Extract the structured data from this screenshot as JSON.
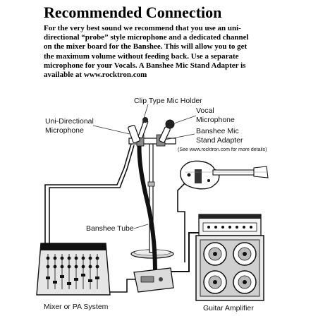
{
  "heading": "Recommended Connection",
  "intro_lines": [
    "For the very best sound we recommend that you use an uni-",
    "directional “probe” style microphone and a dedicated channel",
    "on the mixer board for the Banshee.  This will allow you to get",
    "the maximum volume without feeding back. Use a separate",
    "microphone for your Vocals.  A Banshee Mic Stand Adapter is",
    "available at www.rocktron.com"
  ],
  "labels": {
    "clip_holder": "Clip Type Mic Holder",
    "uni_mic_1": "Uni-Directional",
    "uni_mic_2": "Microphone",
    "vocal_1": "Vocal",
    "vocal_2": "Microphone",
    "adapter_1": "Banshee Mic",
    "adapter_2": "Stand Adapter",
    "adapter_note": "(See www.rocktron.com for more details)",
    "banshee_tube": "Banshee Tube",
    "mixer": "Mixer or PA System",
    "amp": "Guitar Amplifier"
  }
}
